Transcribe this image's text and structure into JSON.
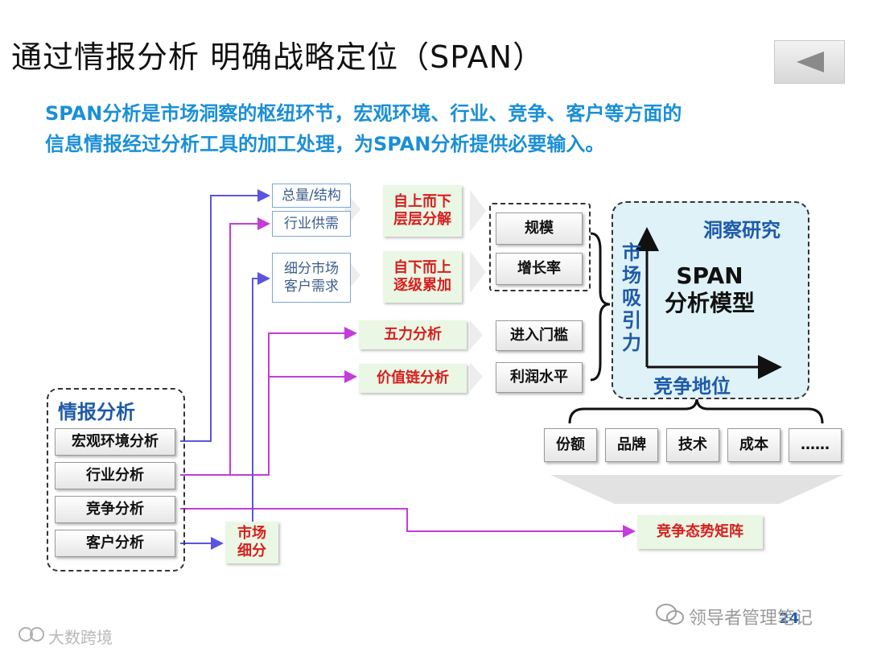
{
  "title": "通过情报分析 明确战略定位（SPAN）",
  "subtitle_lines": [
    "SPAN分析是市场洞察的枢纽环节，宏观环境、行业、竞争、客户等方面的",
    "信息情报经过分析工具的加工处理，为SPAN分析提供必要输入。"
  ],
  "intel": {
    "title": "情报分析",
    "items": [
      "宏观环境分析",
      "行业分析",
      "竞争分析",
      "客户分析"
    ]
  },
  "market_segment": "市场\n细分",
  "data_boxes": [
    "总量/结构",
    "行业供需",
    "细分市场\n客户需求"
  ],
  "methods": [
    "自上而下\n层层分解",
    "自下而上\n逐级累加"
  ],
  "tools": [
    "五力分析",
    "价值链分析"
  ],
  "attractiveness": [
    "规模",
    "增长率"
  ],
  "barriers": [
    "进入门槛",
    "利润水平"
  ],
  "span": {
    "study_label": "洞察研究",
    "model_label": "SPAN\n分析模型",
    "y_axis": "市场吸引力",
    "x_axis": "竞争地位"
  },
  "factors": [
    "份额",
    "品牌",
    "技术",
    "成本",
    "……"
  ],
  "competitive_matrix": "竞争态势矩阵",
  "page_number": "24",
  "watermark_right": "领导者管理笔记",
  "watermark_left": "大数跨境",
  "colors": {
    "subtitle": "#1b8fd6",
    "purple_line": "#c43cd9",
    "blue_line": "#5a55e0",
    "red_text": "#d81e1e",
    "span_box_bg": "#dff2f8"
  }
}
